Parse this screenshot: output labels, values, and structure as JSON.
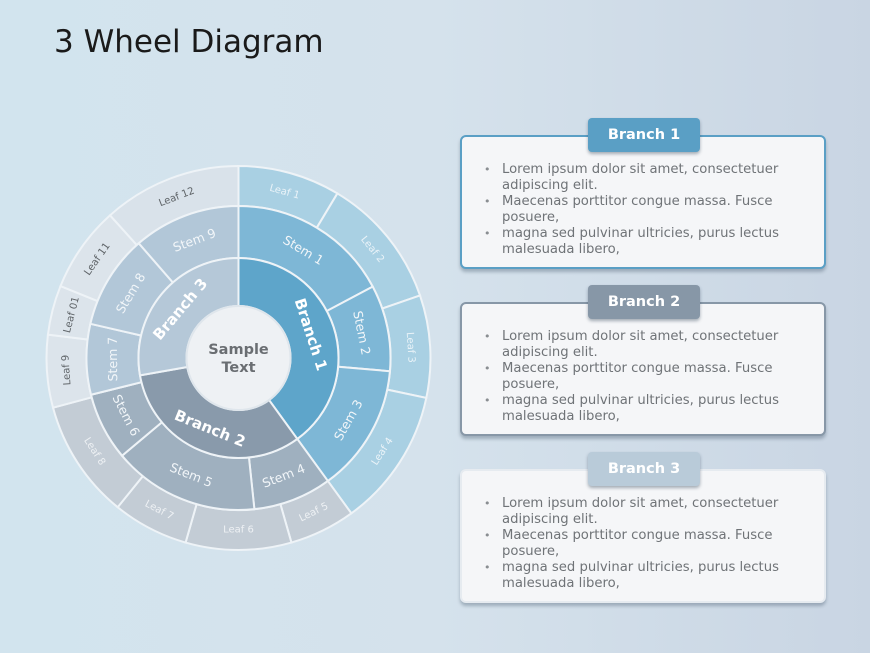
{
  "title": "3 Wheel Diagram",
  "center_text": [
    "Sample",
    "Text"
  ],
  "branches": [
    {
      "label": "Branch 1",
      "color": "#5ea5ca"
    },
    {
      "label": "Branch 2",
      "color": "#899aab"
    },
    {
      "label": "Branch 3",
      "color": "#b5c8d8"
    }
  ],
  "stems": [
    "Stem 1",
    "Stem 2",
    "Stem 3",
    "Stem 4",
    "Stem 5",
    "Stem 6",
    "Stem 7",
    "Stem 8",
    "Stem 9"
  ],
  "leaves": [
    "Leaf 1",
    "Leaf 2",
    "Leaf 3",
    "Leaf 4",
    "Leaf 5",
    "Leaf 6",
    "Leaf 7",
    "Leaf 8",
    "Leaf 9",
    "Leaf 01",
    "Leaf 11",
    "Leaf 12"
  ],
  "cards": [
    {
      "tab": "Branch 1",
      "color": "#5a9fc5",
      "bullets": [
        "Lorem ipsum dolor sit amet, consectetuer adipiscing elit.",
        "Maecenas porttitor congue massa. Fusce posuere,",
        "magna sed pulvinar ultricies, purus lectus malesuada libero,"
      ]
    },
    {
      "tab": "Branch 2",
      "color": "#8797a7",
      "bullets": [
        "Lorem ipsum dolor sit amet, consectetuer adipiscing elit.",
        "Maecenas porttitor congue massa. Fusce posuere,",
        "magna sed pulvinar ultricies, purus lectus malesuada libero,"
      ]
    },
    {
      "tab": "Branch 3",
      "color": "#b9cbd9",
      "bullets": [
        "Lorem ipsum dolor sit amet, consectetuer adipiscing elit.",
        "Maecenas porttitor congue massa. Fusce posuere,",
        "magna sed pulvinar ultricies, purus lectus malesuada libero,"
      ]
    }
  ]
}
